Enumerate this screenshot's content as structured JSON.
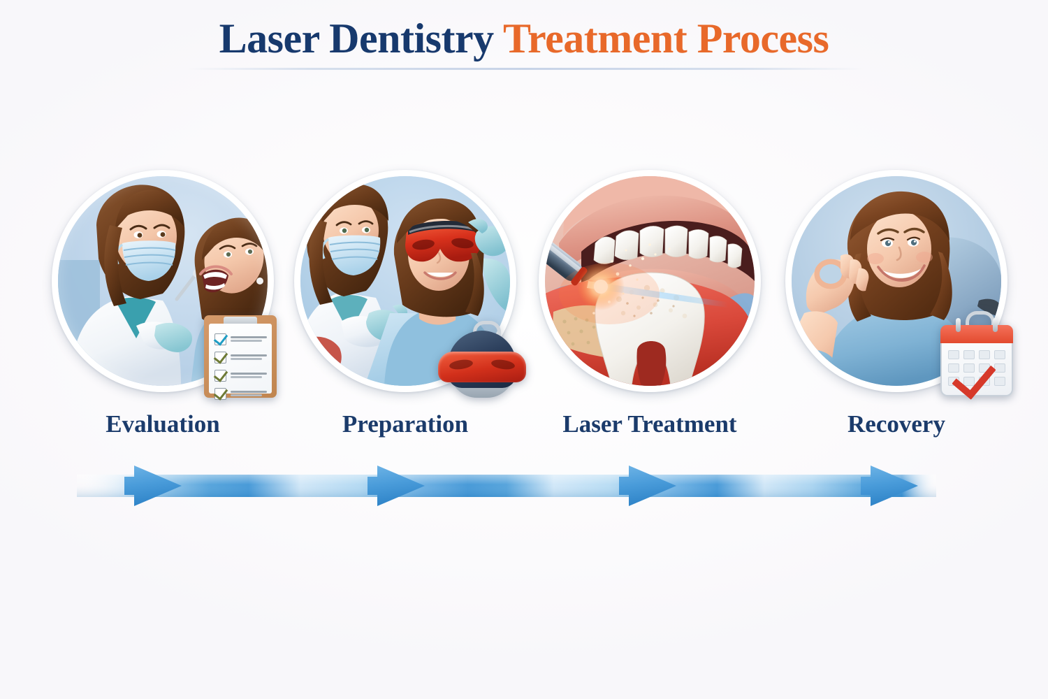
{
  "header": {
    "title_part1": "Laser Dentistry ",
    "title_part2": "Treatment Process",
    "title_color_navy": "#17396d",
    "title_color_orange": "#e8692a"
  },
  "theme": {
    "background": "#fbfafc",
    "label_color": "#1b3b6b",
    "arrow_blue": "#3f96d8",
    "arrow_blue_light": "#bcdcf2",
    "rule_color": "#c4d1e6"
  },
  "steps": [
    {
      "id": "evaluation",
      "label": "Evaluation",
      "scene_name": "dentist-examining-patient",
      "badge_icon": "clipboard-checklist-icon",
      "checklist_items": 4
    },
    {
      "id": "preparation",
      "label": "Preparation",
      "scene_name": "assistant-fitting-laser-goggles",
      "badge_icon": "protective-goggles-helmet-icon"
    },
    {
      "id": "laser-treatment",
      "label": "Laser Treatment",
      "scene_name": "laser-handpiece-treating-tooth",
      "badge_icon": "none"
    },
    {
      "id": "recovery",
      "label": "Recovery",
      "scene_name": "smiling-patient-ok-gesture",
      "badge_icon": "calendar-check-icon"
    }
  ],
  "flow_arrow": {
    "name": "process-flow-arrow",
    "segments": 4,
    "direction": "left-to-right"
  }
}
